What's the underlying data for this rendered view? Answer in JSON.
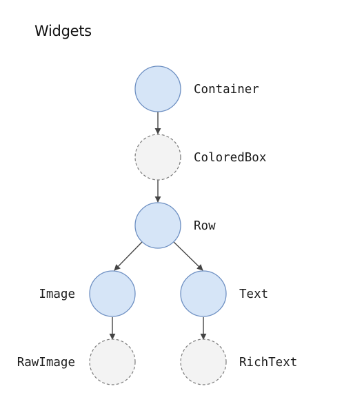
{
  "title": "Widgets",
  "nodes": {
    "container": {
      "label": "Container",
      "kind": "solid"
    },
    "colored_box": {
      "label": "ColoredBox",
      "kind": "dashed"
    },
    "row": {
      "label": "Row",
      "kind": "solid"
    },
    "image": {
      "label": "Image",
      "kind": "solid"
    },
    "text": {
      "label": "Text",
      "kind": "solid"
    },
    "raw_image": {
      "label": "RawImage",
      "kind": "dashed"
    },
    "rich_text": {
      "label": "RichText",
      "kind": "dashed"
    }
  },
  "edges": [
    [
      "container",
      "colored_box"
    ],
    [
      "colored_box",
      "row"
    ],
    [
      "row",
      "image"
    ],
    [
      "row",
      "text"
    ],
    [
      "image",
      "raw_image"
    ],
    [
      "text",
      "rich_text"
    ]
  ],
  "colors": {
    "solid_fill": "#d6e5f7",
    "solid_stroke": "#6d8fc2",
    "dashed_fill": "#f3f3f3",
    "dashed_stroke": "#7a7a7a",
    "edge": "#444444"
  }
}
